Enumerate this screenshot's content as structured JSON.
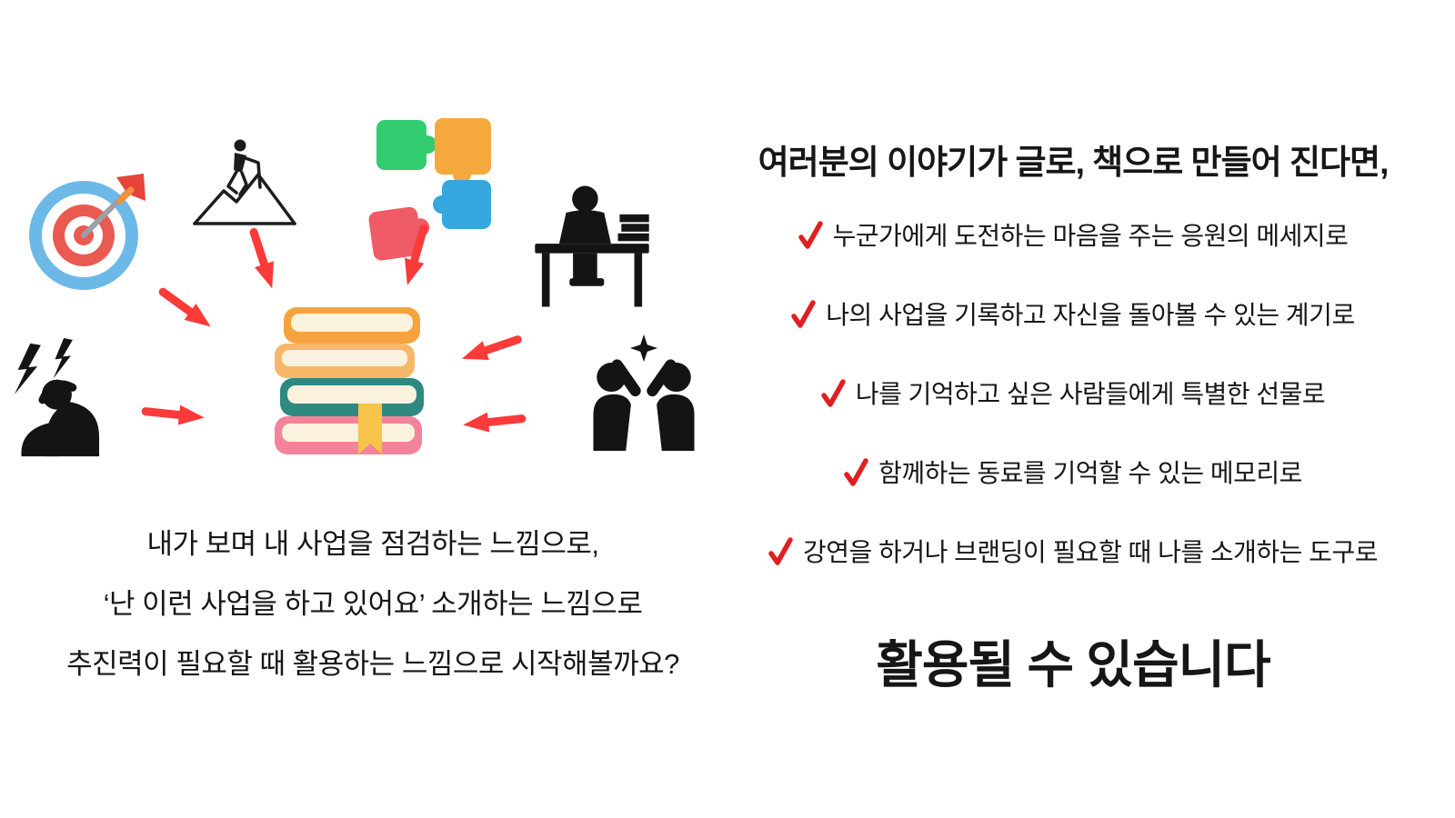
{
  "slide": {
    "background": "#ffffff"
  },
  "left": {
    "icons": [
      "target-icon",
      "mountain-climber-icon",
      "puzzle-pieces-icon",
      "person-reading-desk-icon",
      "stressed-person-icon",
      "high-five-icon",
      "book-stack-icon",
      "red-arrow-icon"
    ],
    "caption_lines": [
      "내가 보며 내 사업을 점검하는 느낌으로,",
      "‘난 이런 사업을 하고 있어요’ 소개하는 느낌으로",
      "추진력이 필요할 때 활용하는 느낌으로 시작해볼까요?"
    ]
  },
  "right": {
    "title": "여러분의 이야기가 글로, 책으로 만들어 진다면,",
    "check_items": [
      "누군가에게 도전하는 마음을 주는 응원의 메세지로",
      "나의 사업을 기록하고 자신을 돌아볼 수 있는 계기로",
      "나를 기억하고 싶은 사람들에게 특별한 선물로",
      "함께하는 동료를 기억할 수 있는 메모리로",
      "강연을 하거나 브랜딩이 필요할 때 나를 소개하는 도구로"
    ],
    "conclusion": "활용될 수 있습니다"
  },
  "colors": {
    "arrow_red": "#fb3a3a",
    "check_red": "#df2020",
    "text": "#161616",
    "book_orange": "#f5a33e",
    "book_light_orange": "#f6b769",
    "book_teal": "#2e8a80",
    "book_pink": "#f2839b",
    "bookmark_yellow": "#f7c348",
    "target_blue": "#6cb9e8",
    "target_red": "#ea5a50",
    "puzzle_green": "#33cc70",
    "puzzle_orange": "#f5a93d",
    "puzzle_blue": "#35a8e0",
    "puzzle_pink": "#ef5b67"
  }
}
